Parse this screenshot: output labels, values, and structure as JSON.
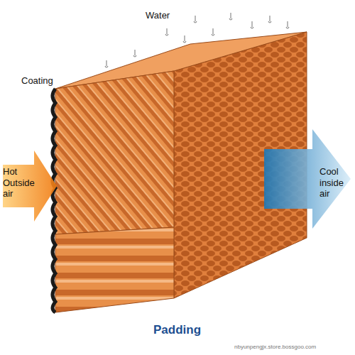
{
  "diagram": {
    "caption": "Padding",
    "labels": [
      "Water",
      "Coating",
      "Hot Outside air",
      "Cool inside air",
      "nbyunpengjx.store.bossgoo.com"
    ]
  }
}
